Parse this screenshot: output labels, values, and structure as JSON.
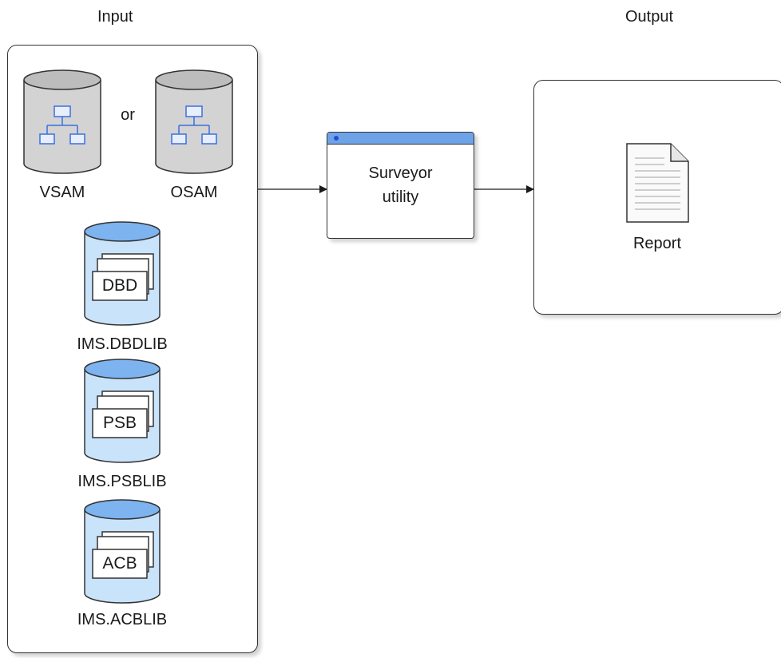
{
  "headings": {
    "input": "Input",
    "output": "Output"
  },
  "input_panel": {
    "or_label": "or",
    "datasets": [
      {
        "name": "VSAM"
      },
      {
        "name": "OSAM"
      }
    ],
    "libraries": [
      {
        "member": "DBD",
        "name": "IMS.DBDLIB"
      },
      {
        "member": "PSB",
        "name": "IMS.PSBLIB"
      },
      {
        "member": "ACB",
        "name": "IMS.ACBLIB"
      }
    ]
  },
  "process": {
    "line1": "Surveyor",
    "line2": "utility"
  },
  "output_panel": {
    "document": "Report"
  },
  "colors": {
    "gray_cylinder": "#d3d3d3",
    "blue_cylinder": "#c9e3fb",
    "blue_top": "#7db3ee",
    "hierarchy_icon": "#3a6fe0",
    "title_bar": "#6fa3e8",
    "line": "#1a1a1a"
  }
}
